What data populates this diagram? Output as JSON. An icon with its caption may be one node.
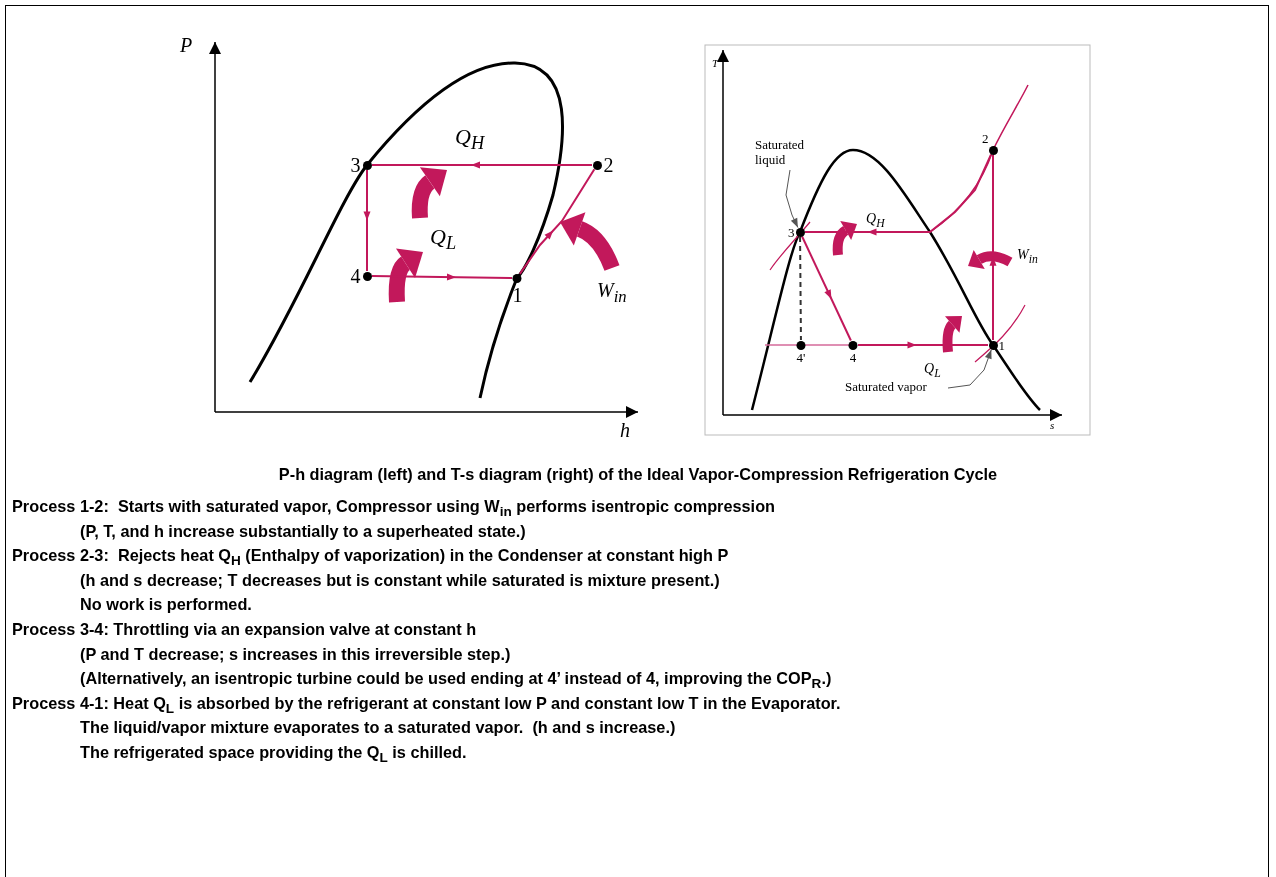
{
  "diagram": {
    "caption": "P-h diagram (left) and T-s diagram (right) of the Ideal Vapor-Compression Refrigeration Cycle",
    "nodes": [
      {
        "text": [
          "3"
        ]
      },
      {
        "text": [
          "2"
        ]
      },
      {
        "text": [
          "4"
        ]
      },
      {
        "text": [
          "1"
        ]
      },
      {
        "text": [
          "Saturated liquid"
        ]
      },
      {
        "text": [
          "2"
        ]
      },
      {
        "text": [
          "3"
        ]
      },
      {
        "text": [
          "4'"
        ]
      },
      {
        "text": [
          "4"
        ]
      },
      {
        "text": [
          "1"
        ]
      },
      {
        "text": [
          "Saturated vapor"
        ]
      }
    ],
    "edges": [
      {
        "from": 3,
        "to": 1,
        "arrow": "to"
      },
      {
        "from": 1,
        "to": 0,
        "arrow": "to"
      },
      {
        "from": 0,
        "to": 2,
        "arrow": "to"
      },
      {
        "from": 2,
        "to": 3,
        "arrow": "to"
      },
      {
        "from": 9,
        "to": 5,
        "arrow": "to"
      },
      {
        "from": 5,
        "to": 6,
        "arrow": "to"
      },
      {
        "from": 6,
        "to": 8,
        "arrow": "to"
      },
      {
        "from": 8,
        "to": 9,
        "arrow": "to"
      },
      {
        "from": 6,
        "to": 7,
        "arrow": "none",
        "style": "dashed",
        "color": "#333333"
      },
      {
        "from": 4,
        "to": 6,
        "arrow": "to",
        "color": "#555555"
      },
      {
        "from": 10,
        "to": 9,
        "arrow": "to",
        "color": "#555555"
      }
    ],
    "labels": [
      "P",
      "Q$_{H}$",
      "Q$_{L}$",
      "W$_{in}$",
      "h",
      "T",
      "Q$_{H}$",
      "W$_{in}$",
      "Q$_{L}$",
      "s",
      "Process 1-2:  Starts with saturated vapor, Compressor using W$_{in}$ performs isentropic compression",
      "(P, T, and h increase substantially to a superheated state.)",
      "Process 2-3:  Rejects heat Q$_{H}$ (Enthalpy of vaporization) in the Condenser at constant high P",
      "(h and s decrease; T decreases but is constant while saturated is mixture present.)",
      "No work is performed.",
      "Process 3-4: Throttling via an expansion valve at constant h",
      "(P and T decrease; s increases in this irreversible step.)",
      "(Alternatively, an isentropic turbine could be used ending at 4’ instead of 4, improving the COP$_{R}$.)",
      "Process 4-1: Heat Q$_{L}$ is absorbed by the refrigerant at constant low P and constant low T in the Evaporator.",
      "The liquid/vapor mixture evaporates to a saturated vapor.  (h and s increase.)",
      "The refrigerated space providing the Q$_{L}$ is chilled."
    ]
  }
}
